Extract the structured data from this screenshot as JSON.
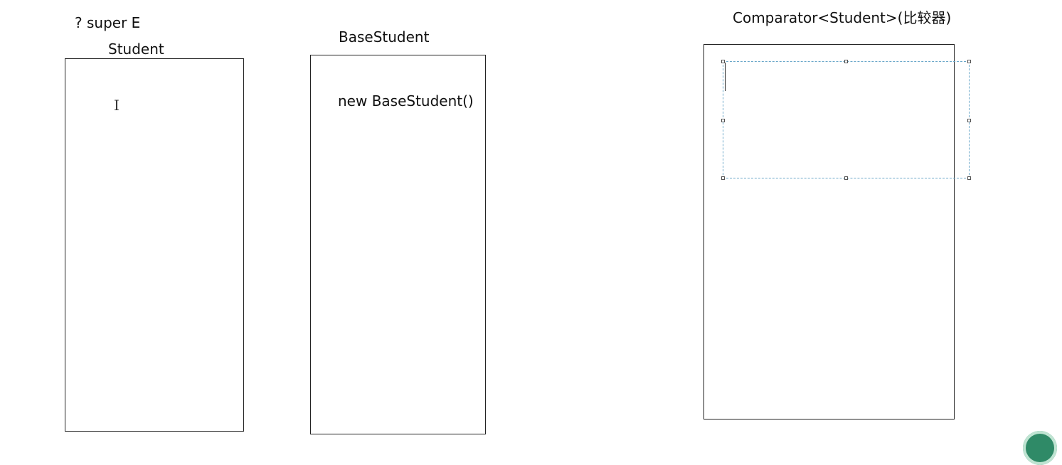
{
  "labels": {
    "super_e": "? super E",
    "student": "Student",
    "base_student": "BaseStudent",
    "new_base_student": "new BaseStudent()",
    "comparator": "Comparator<Student>(比较器)"
  },
  "icons": {
    "text_cursor": "text-cursor-icon",
    "corner_logo": "logo-icon"
  },
  "colors": {
    "box_border": "#222222",
    "selection_frame": "#6aa7c9",
    "logo": "#2f8a67"
  }
}
